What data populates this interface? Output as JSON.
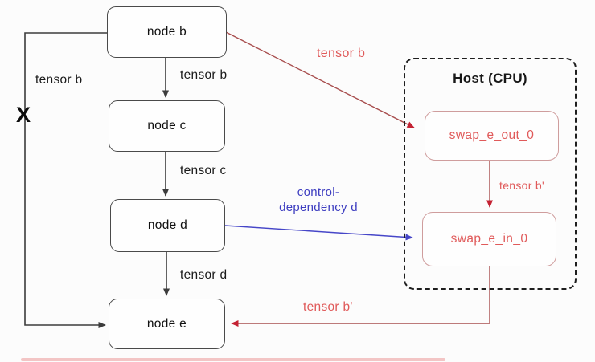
{
  "diagram": {
    "nodes": {
      "node_b": "node b",
      "node_c": "node c",
      "node_d": "node d",
      "node_e": "node e"
    },
    "host": {
      "title": "Host (CPU)",
      "swap_out": "swap_e_out_0",
      "swap_in": "swap_e_in_0"
    },
    "labels": {
      "tensor_b_skip": "tensor b",
      "cut_mark": "X",
      "tensor_b_down": "tensor b",
      "tensor_b_to_host": "tensor b",
      "tensor_c": "tensor c",
      "tensor_d": "tensor d",
      "tensor_b_prime_internal": "tensor b'",
      "tensor_b_prime_return": "tensor b'",
      "control_dep_line1": "control-",
      "control_dep_line2": "dependency d"
    },
    "colors": {
      "black_edge": "#3c3c3c",
      "node_border": "#4a4a4a",
      "host_border": "#1e1e1e",
      "red_edge": "#a84e4e",
      "red_arrow": "#c42233",
      "red_text": "#e05a5a",
      "swap_border": "#cf9d9d",
      "blue_edge": "#4646c8",
      "blue_text": "#3d3dc0",
      "progress_bar": "#f0b6b6"
    }
  }
}
